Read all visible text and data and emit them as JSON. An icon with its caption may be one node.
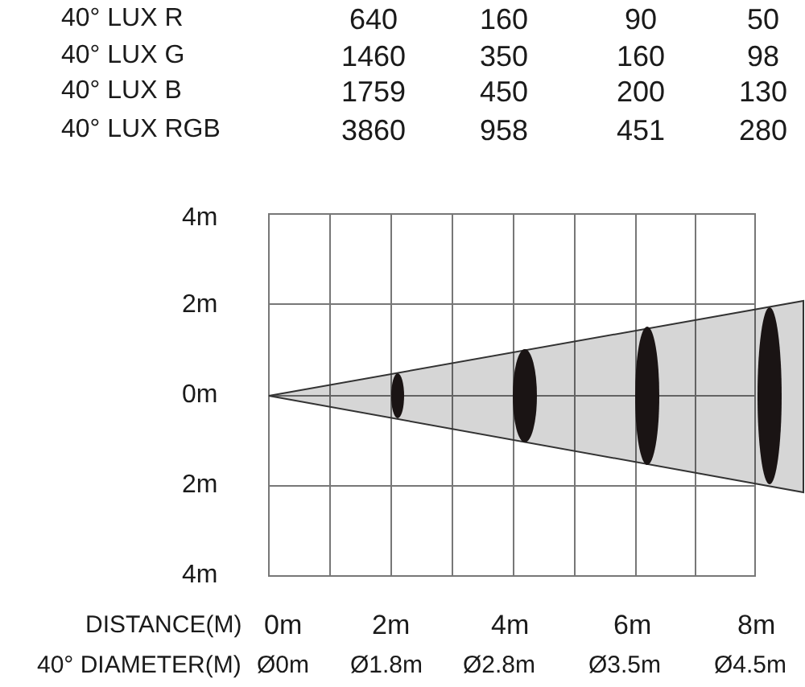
{
  "diagram": {
    "labels": [
      "40° LUX R",
      "640",
      "160",
      "90",
      "50",
      "40° LUX G",
      "1460",
      "350",
      "160",
      "98",
      "40° LUX B",
      "1759",
      "450",
      "200",
      "130",
      "40° LUX RGB",
      "3860",
      "958",
      "451",
      "280",
      "4m",
      "2m",
      "0m",
      "2m",
      "4m",
      "DISTANCE(M)",
      "0m",
      "2m",
      "4m",
      "6m",
      "8m",
      "40° DIAMETER(M)",
      "Ø0m",
      "Ø1.8m",
      "Ø2.8m",
      "Ø3.5m",
      "Ø4.5m"
    ]
  }
}
